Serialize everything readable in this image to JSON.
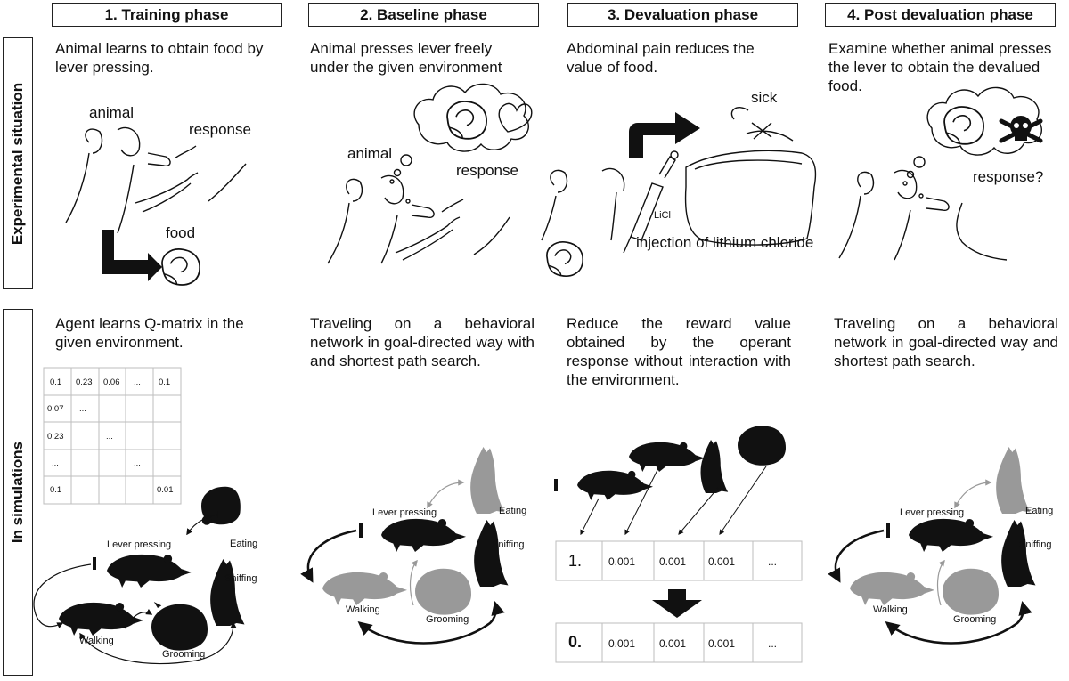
{
  "phases": [
    {
      "title": "1. Training phase",
      "experiment": "Animal learns to obtain food by lever pressing.",
      "simulation": "Agent learns Q-matrix in the given environment."
    },
    {
      "title": "2. Baseline phase",
      "experiment": "Animal presses lever freely under the given environment",
      "simulation": "Traveling on a behavioral network in goal-directed way with and shortest path search."
    },
    {
      "title": "3. Devaluation phase",
      "experiment": "Abdominal pain reduces the value of food.",
      "simulation": "Reduce the reward value obtained by the operant response without interaction with the environment."
    },
    {
      "title": "4. Post devaluation phase",
      "experiment": "Examine whether animal presses the lever to obtain the devalued food.",
      "simulation": "Traveling on a behavioral network in goal-directed way and shortest path search."
    }
  ],
  "rows": {
    "experimental": "Experimental situation",
    "simulation": "In simulations"
  },
  "sketch_labels": {
    "animal": "animal",
    "response": "response",
    "food": "food",
    "sick": "sick",
    "licl": "LiCl",
    "injection": "injection of lithium chloride",
    "response_q": "response?"
  },
  "behaviors": {
    "lever": "Lever pressing",
    "eating": "Eating",
    "sniffing": "Sniffing",
    "walking": "Walking",
    "grooming": "Grooming"
  },
  "q_matrix": [
    [
      "0.1",
      "0.23",
      "0.06",
      "...",
      "0.1"
    ],
    [
      "0.07",
      "...",
      "",
      "",
      ""
    ],
    [
      "0.23",
      "",
      "...",
      "",
      ""
    ],
    [
      "...",
      "",
      "",
      "...",
      ""
    ],
    [
      "0.1",
      "",
      "",
      "",
      "0.01"
    ]
  ],
  "q_row_before": [
    "1.",
    "0.001",
    "0.001",
    "0.001",
    "..."
  ],
  "q_row_after": [
    "0.",
    "0.001",
    "0.001",
    "0.001",
    "..."
  ]
}
